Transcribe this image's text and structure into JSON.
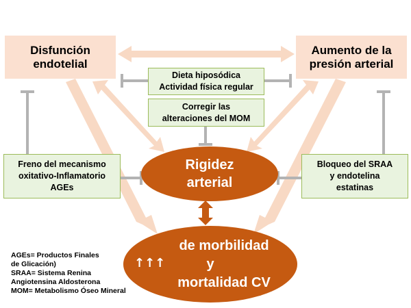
{
  "nodes": {
    "disfuncion": "Disfunción endotelial",
    "presion": "Aumento de la presión arterial",
    "dieta_1": "Dieta hiposódica",
    "dieta_2": "Actividad física regular",
    "corregir_1": "Corregir las",
    "corregir_2": "alteraciones del MOM",
    "freno_1": "Freno del mecanismo",
    "freno_2": "oxitativo-Inflamatorio",
    "freno_3": "AGEs",
    "bloqueo_1": "Bloqueo del SRAA",
    "bloqueo_2": "y endotelina",
    "bloqueo_3": "estatinas",
    "rigidez_1": "Rigidez",
    "rigidez_2": "arterial",
    "morb_arrows": "↑↑↑",
    "morb_1": "de morbilidad",
    "morb_2": "y",
    "morb_3": "mortalidad CV"
  },
  "legend": [
    "AGEs=  Productos Finales",
    "de Glicación)",
    "SRAA=  Sistema Renina",
    "Angiotensina Aldosterona",
    "MOM=  Metabolismo Óseo Mineral"
  ],
  "colors": {
    "pink_box": "#fbe0d0",
    "arrow": "#f8d9c4",
    "oval": "#c55a11",
    "inhibitor": "#b3b3b3",
    "green_box": "#e9f3df"
  }
}
